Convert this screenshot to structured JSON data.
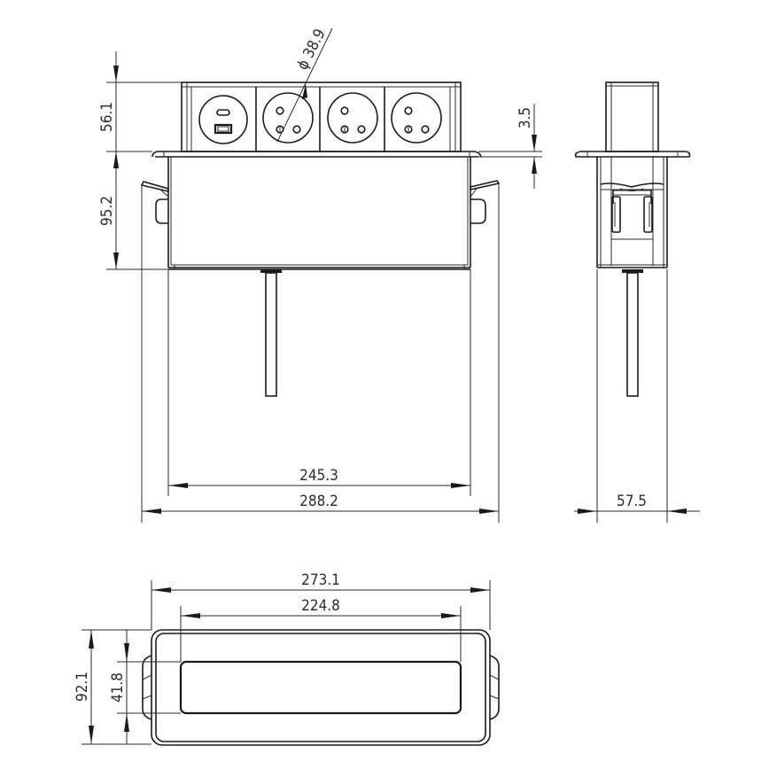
{
  "drawing": {
    "title": "Pop-up desk power socket - technical dimension drawing",
    "views": [
      "front-view",
      "side-view",
      "top-view"
    ],
    "line_color": "#1a1a1a",
    "background": "#ffffff"
  },
  "front_view": {
    "modules": [
      {
        "type": "usb-module",
        "icon": "usb-c-and-usb-a-icon"
      },
      {
        "type": "power-socket",
        "icon": "french-socket-icon"
      },
      {
        "type": "power-socket",
        "icon": "french-socket-icon"
      },
      {
        "type": "power-socket",
        "icon": "french-socket-icon"
      }
    ],
    "dimensions": {
      "socket_diameter": "38.9",
      "diameter_symbol": "ϕ",
      "top_height": "56.1",
      "body_height": "95.2",
      "flange_thickness": "3.5",
      "inner_width": "245.3",
      "outer_width": "288.2"
    }
  },
  "side_view": {
    "dimensions": {
      "depth": "57.5"
    }
  },
  "top_view": {
    "dimensions": {
      "overall_width": "273.1",
      "opening_width": "224.8",
      "overall_depth": "92.1",
      "opening_depth": "41.8"
    }
  }
}
